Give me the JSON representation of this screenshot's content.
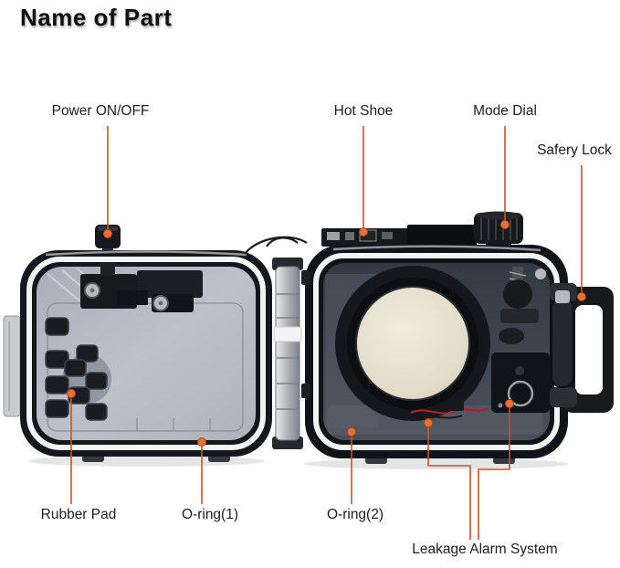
{
  "page": {
    "title": "Name of Part"
  },
  "diagram": {
    "subject": "underwater-camera-housing-parts",
    "leader_line_color": "#cc5229",
    "leader_dot_color": "#ec6f35",
    "labels": {
      "power": {
        "text": "Power ON/OFF"
      },
      "hot_shoe": {
        "text": "Hot Shoe"
      },
      "mode_dial": {
        "text": "Mode Dial"
      },
      "safety_lock": {
        "text": "Safery Lock"
      },
      "rubber_pad": {
        "text": "Rubber Pad"
      },
      "o_ring_1": {
        "text": "O-ring(1)"
      },
      "o_ring_2": {
        "text": "O-ring(2)"
      },
      "leakage_alarm": {
        "text": "Leakage Alarm System"
      }
    }
  }
}
